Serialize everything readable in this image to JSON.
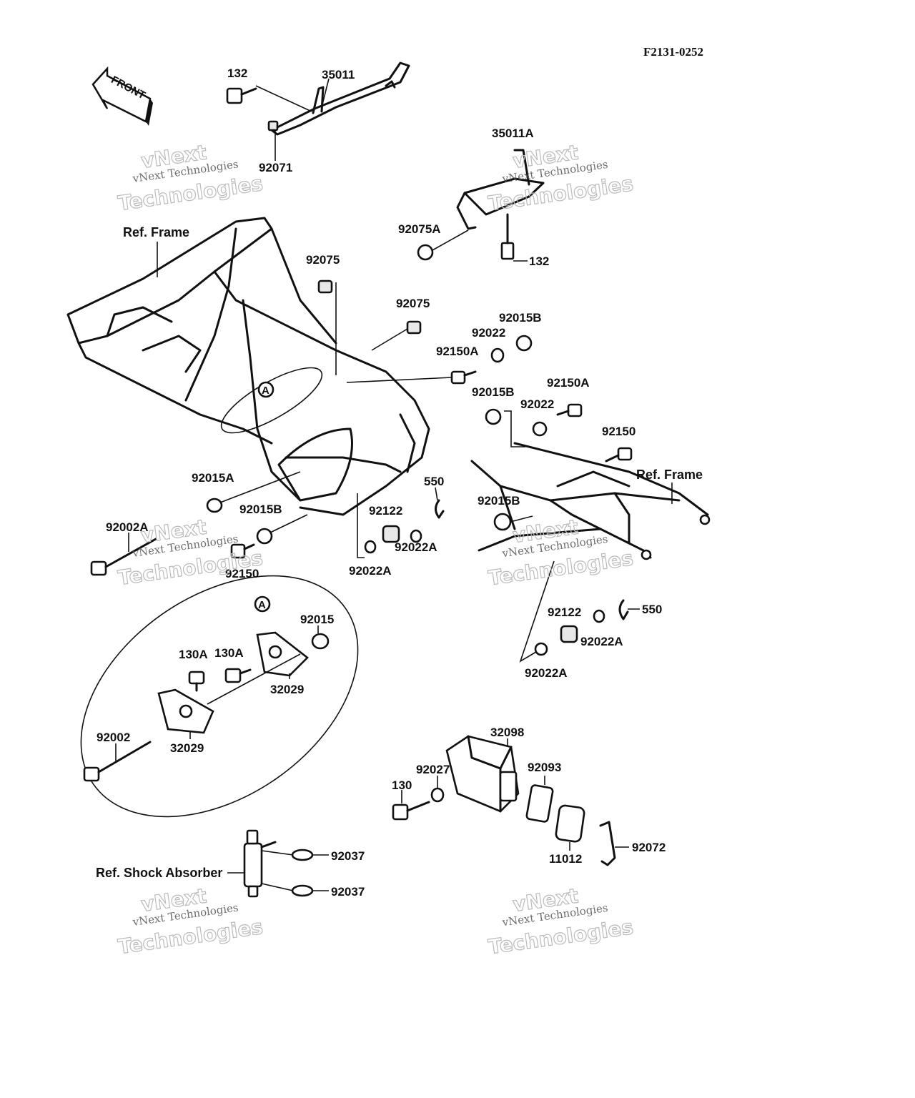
{
  "figure_code": "F2131-0252",
  "front_label": "FRONT",
  "parts": {
    "p132_top": "132",
    "p35011": "35011",
    "p92071": "92071",
    "p35011A": "35011A",
    "p92075A": "92075A",
    "p132_right": "132",
    "ref_frame_left": "Ref. Frame",
    "p92075_a": "92075",
    "p92075_b": "92075",
    "p92015B_top": "92015B",
    "p92022_top": "92022",
    "p92150A_top": "92150A",
    "p92015B_mid": "92015B",
    "p92150A_mid": "92150A",
    "p92022_mid": "92022",
    "p92150_right": "92150",
    "ref_frame_right": "Ref. Frame",
    "p92015A": "92015A",
    "p550_left": "550",
    "p92015B_left": "92015B",
    "p92122_left": "92122",
    "p92015B_right": "92015B",
    "p92002A": "92002A",
    "p92022A_left1": "92022A",
    "p92150_left": "92150",
    "p92022A_left2": "92022A",
    "callout_A": "A",
    "detail_A": "A",
    "p92015_detail": "92015",
    "p550_right": "550",
    "p92122_right": "92122",
    "p130A_1": "130A",
    "p130A_2": "130A",
    "p92022A_right1": "92022A",
    "p32029_1": "32029",
    "p92022A_right2": "92022A",
    "p32098": "32098",
    "p92002": "92002",
    "p32029_2": "32029",
    "p92027": "92027",
    "p92093": "92093",
    "p130": "130",
    "p92072": "92072",
    "p11012": "11012",
    "p92037_1": "92037",
    "ref_shock": "Ref. Shock Absorber",
    "p92037_2": "92037"
  },
  "watermark": {
    "line1": "vNext",
    "line2": "vNext Technologies",
    "line3": "Technologies"
  }
}
